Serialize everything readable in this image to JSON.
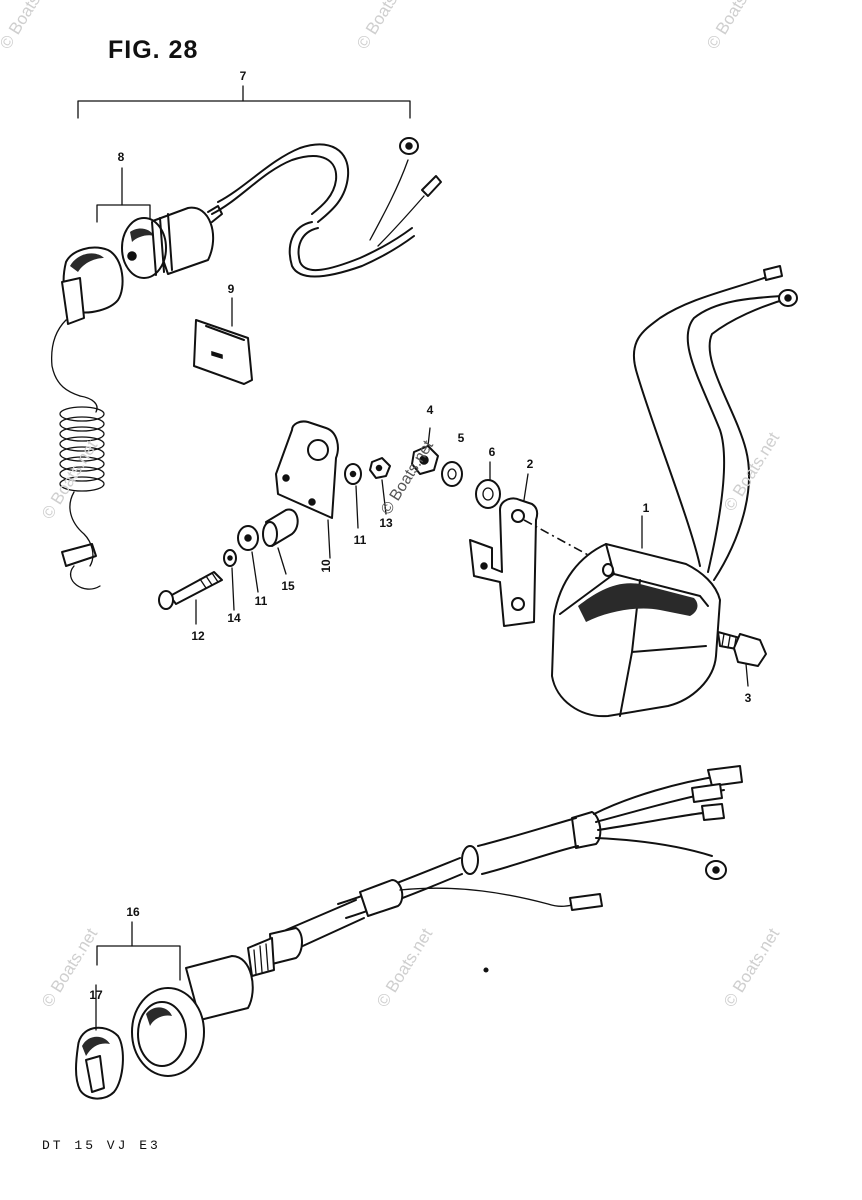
{
  "figure": {
    "title": "FIG. 28",
    "model_code": "DT 15 VJ E3"
  },
  "callouts": [
    "1",
    "2",
    "3",
    "4",
    "5",
    "6",
    "7",
    "8",
    "9",
    "10",
    "11",
    "11",
    "12",
    "13",
    "14",
    "15",
    "16",
    "17"
  ],
  "watermark": "© Boats.net"
}
